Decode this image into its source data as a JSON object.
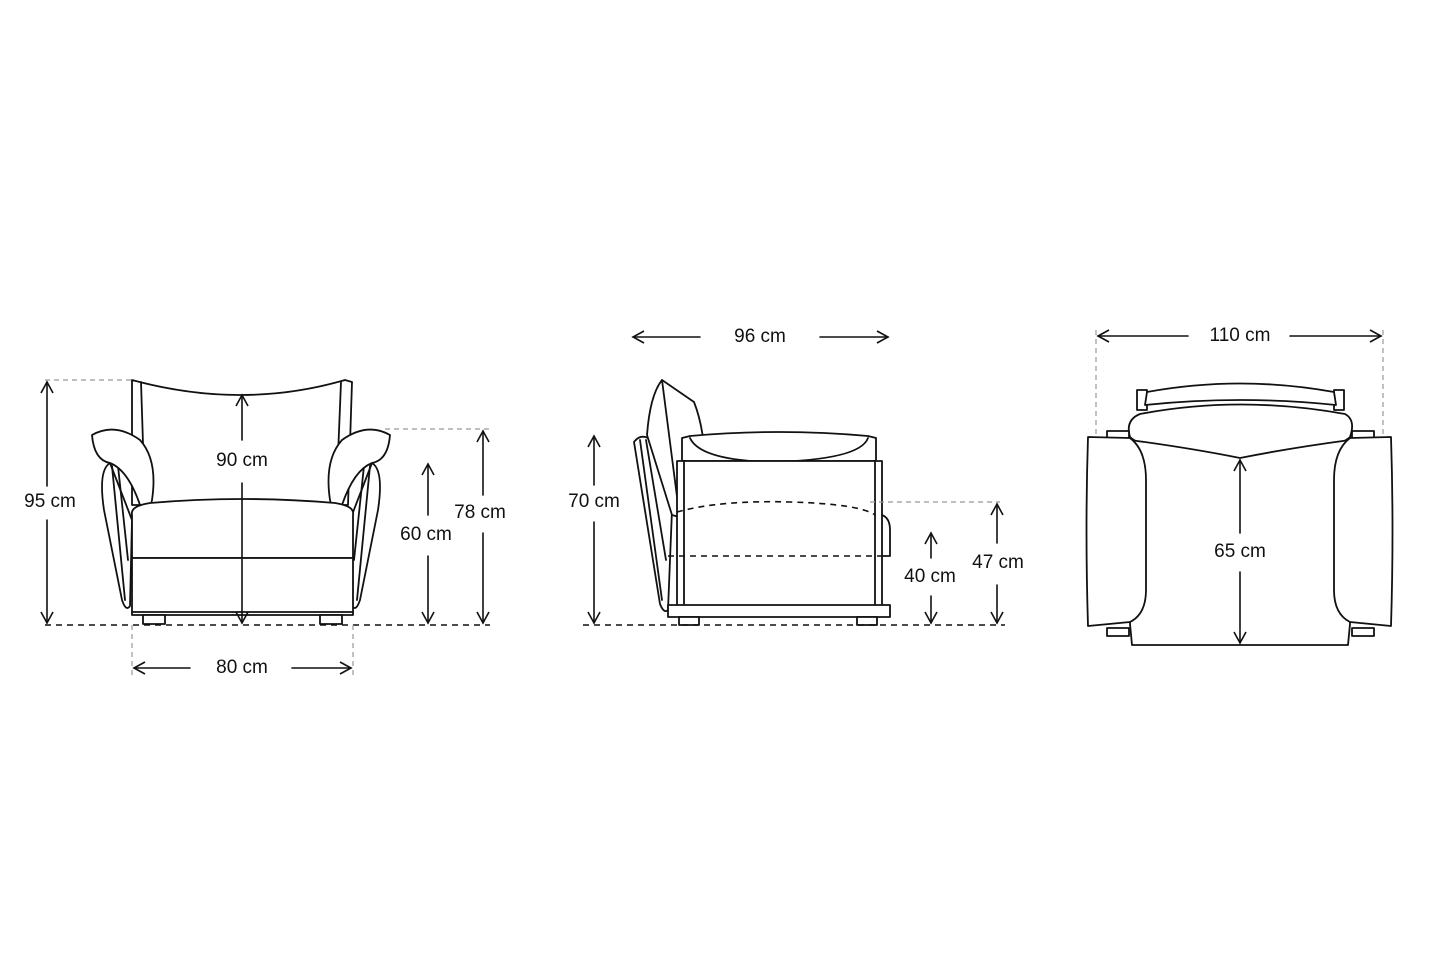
{
  "front_view": {
    "total_height": "95 cm",
    "back_height": "90 cm",
    "seat_height": "60 cm",
    "arm_height": "78 cm",
    "width": "80 cm"
  },
  "side_view": {
    "depth": "96 cm",
    "back_height": "70 cm",
    "seat_height": "40 cm",
    "arm_height": "47 cm"
  },
  "top_view": {
    "width": "110 cm",
    "seat_depth": "65 cm"
  },
  "colors": {
    "line": "#111111",
    "guide": "#999999",
    "background": "#ffffff"
  }
}
